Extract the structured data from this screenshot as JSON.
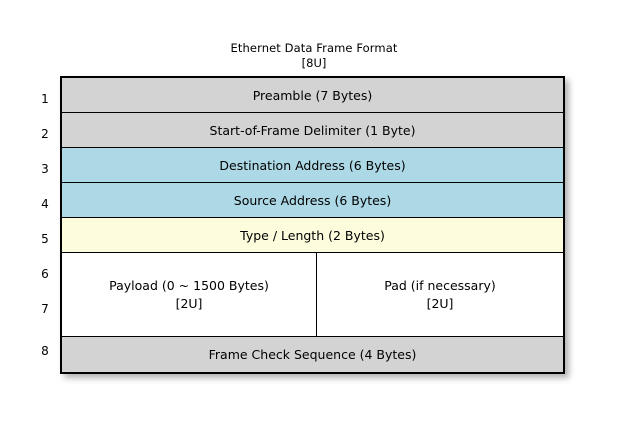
{
  "title": {
    "main": "Ethernet Data Frame Format",
    "sub": "[8U]"
  },
  "colors": {
    "gray": "#d3d3d3",
    "blue": "#add8e6",
    "yellow": "#fdfdde",
    "white": "#ffffff",
    "border": "#000000",
    "text": "#000000"
  },
  "row_numbers": [
    "1",
    "2",
    "3",
    "4",
    "5",
    "6",
    "7",
    "8"
  ],
  "rows": [
    {
      "number": "1",
      "label": "Preamble (7 Bytes)",
      "fill": "gray"
    },
    {
      "number": "2",
      "label": "Start-of-Frame Delimiter (1 Byte)",
      "fill": "gray"
    },
    {
      "number": "3",
      "label": "Destination Address (6 Bytes)",
      "fill": "blue"
    },
    {
      "number": "4",
      "label": "Source Address (6 Bytes)",
      "fill": "blue"
    },
    {
      "number": "5",
      "label": "Type / Length (2 Bytes)",
      "fill": "yellow"
    },
    {
      "number": "6-7",
      "fill": "white",
      "split": true,
      "left": {
        "label": "Payload (0 ~ 1500 Bytes)",
        "sub": "[2U]"
      },
      "right": {
        "label": "Pad (if necessary)",
        "sub": "[2U]"
      }
    },
    {
      "number": "8",
      "label": "Frame Check Sequence (4 Bytes)",
      "fill": "gray"
    }
  ]
}
